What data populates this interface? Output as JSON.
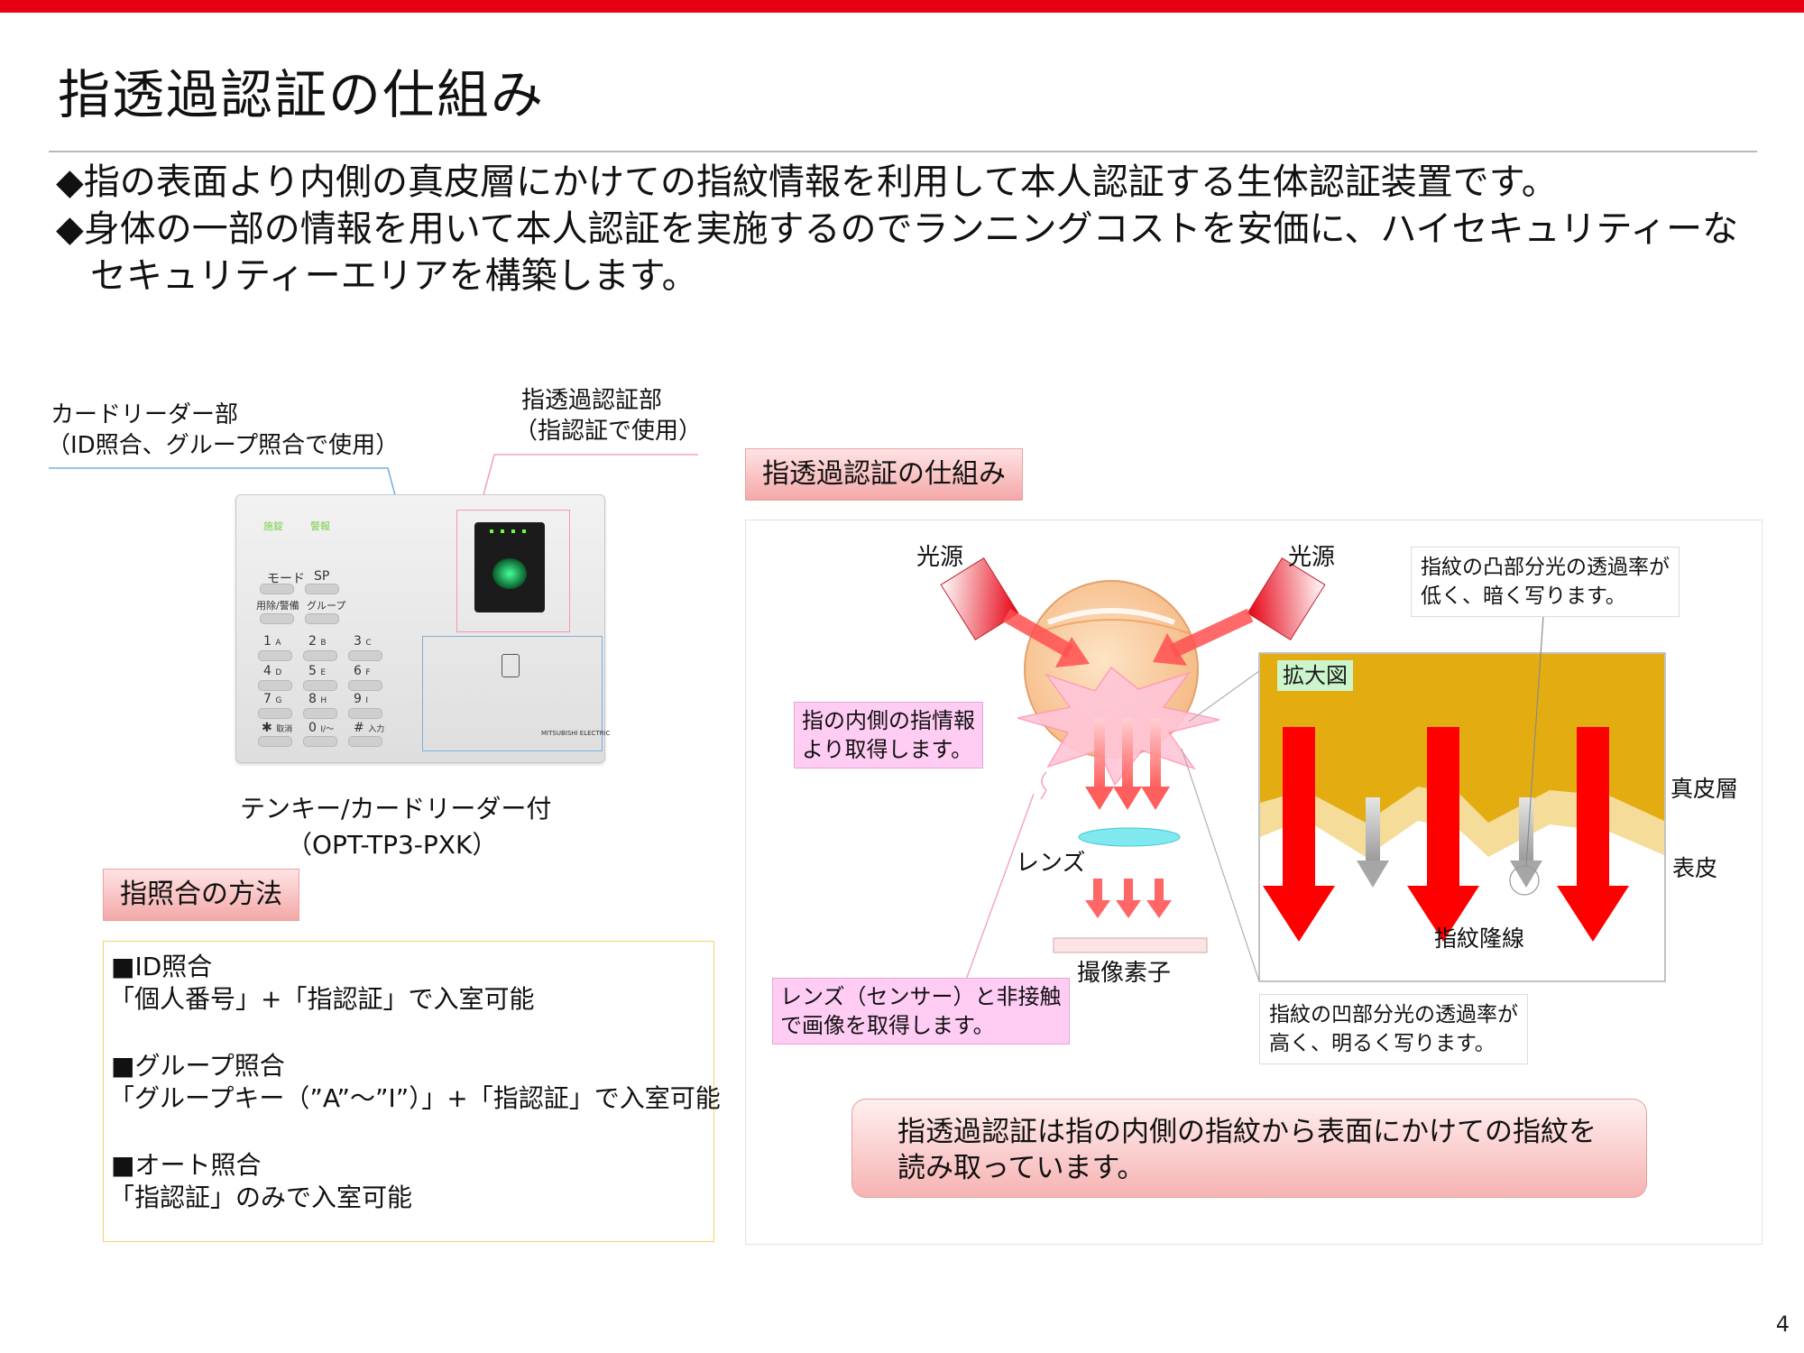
{
  "header": {
    "title": "指透過認証の仕組み"
  },
  "intro": {
    "bullet1": "◆指の表面より内側の真皮層にかけての指紋情報を利用して本人認証する生体認証装置です。",
    "bullet2_line1": "◆身体の一部の情報を用いて本人認証を実施するのでランニングコストを安価に、ハイセキュリティーな",
    "bullet2_line2": "セキュリティーエリアを構築します。"
  },
  "device": {
    "card_reader_label_1": "カードリーダー部",
    "card_reader_label_2": "（ID照合、グループ照合で使用）",
    "finger_auth_label_1": "指透過認証部",
    "finger_auth_label_2": "（指認証で使用）",
    "indicators": [
      "施錠",
      "警報"
    ],
    "function_keys": [
      "モード",
      "SP",
      "用除/警備",
      "グループ"
    ],
    "keypad": [
      [
        "1",
        "A"
      ],
      [
        "2",
        "B"
      ],
      [
        "3",
        "C"
      ],
      [
        "4",
        "D"
      ],
      [
        "5",
        "E"
      ],
      [
        "6",
        "F"
      ],
      [
        "7",
        "G"
      ],
      [
        "8",
        "H"
      ],
      [
        "9",
        "I"
      ],
      [
        "✱",
        "取消"
      ],
      [
        "0",
        "I/〜"
      ],
      [
        "#",
        "入力"
      ]
    ],
    "brand": "MITSUBISHI ELECTRIC",
    "caption_1": "テンキー/カードリーダー付",
    "caption_2": "（OPT-TP3-PXK）"
  },
  "method": {
    "heading": "指照合の方法",
    "items": [
      {
        "title": "■ID照合",
        "desc": "「個人番号」+「指認証」で入室可能"
      },
      {
        "title": "■グループ照合",
        "desc": "「グループキー（”A”〜”I”）」+「指認証」で入室可能"
      },
      {
        "title": "■オート照合",
        "desc": "「指認証」のみで入室可能"
      }
    ]
  },
  "mechanism": {
    "heading": "指透過認証の仕組み",
    "light_source_left": "光源",
    "light_source_right": "光源",
    "finger_info_1": "指の内側の指情報",
    "finger_info_2": "より取得します。",
    "lens": "レンズ",
    "sensor": "撮像素子",
    "noncontact_1": "レンズ（センサー）と非接触",
    "noncontact_2": "で画像を取得します。",
    "ridge_note_1": "指紋の凸部分光の透過率が",
    "ridge_note_2": "低く、暗く写ります。",
    "valley_note_1": "指紋の凹部分光の透過率が",
    "valley_note_2": "高く、明るく写ります。",
    "zoom_label": "拡大図",
    "dermis": "真皮層",
    "epidermis": "表皮",
    "ridge_line": "指紋隆線",
    "conclusion_1": "指透過認証は指の内側の指紋から表面にかけての指紋を",
    "conclusion_2": "読み取っています。"
  },
  "colors": {
    "accent_red": "#e60012",
    "arrow_red": "#ff0000",
    "dermis_gold": "#e3ac10",
    "epidermis_cream": "#f5dc98",
    "lens_cyan": "#7fe9ef",
    "callout_pink": "#ffccf4"
  },
  "footer": {
    "page": "4"
  }
}
